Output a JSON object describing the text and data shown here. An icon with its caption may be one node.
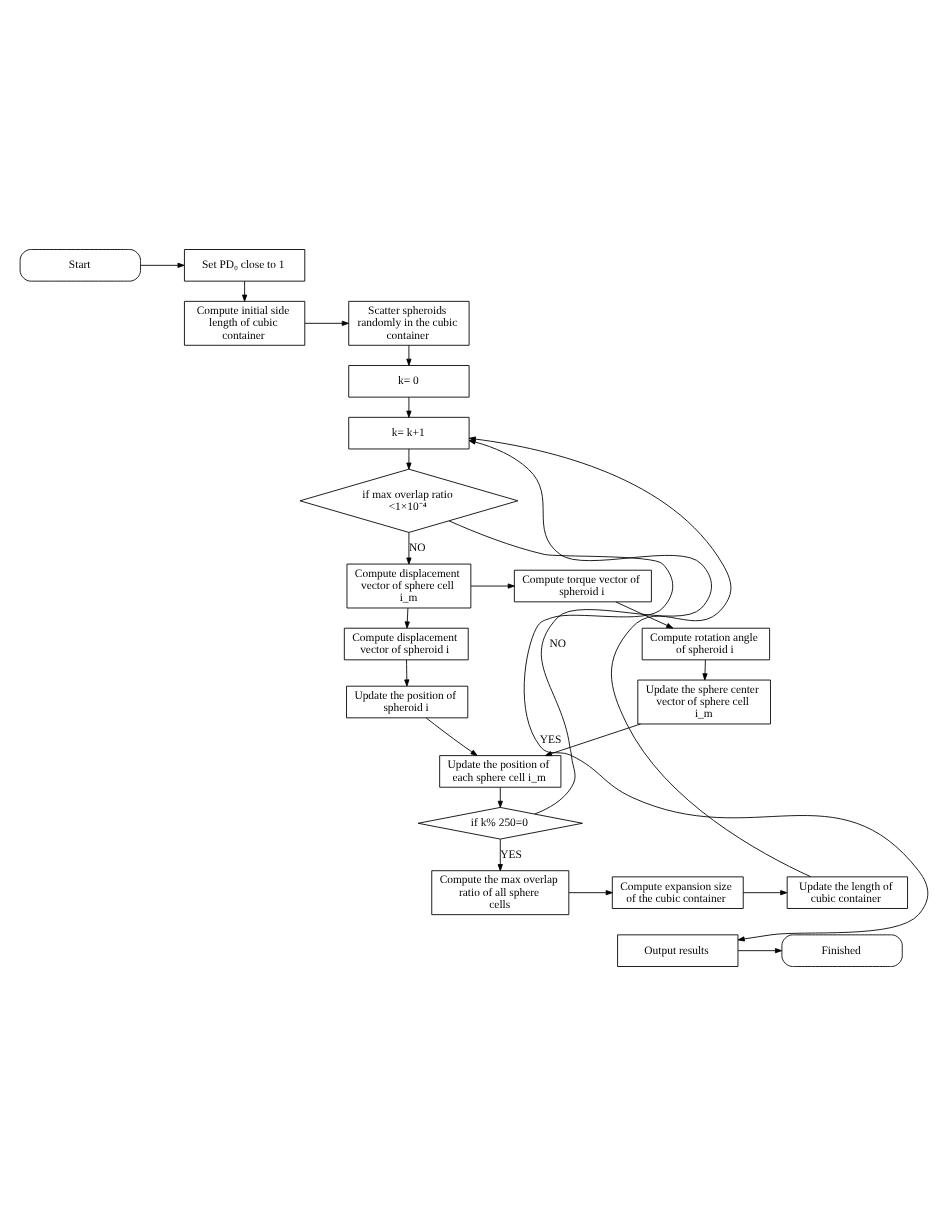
{
  "diagram": {
    "nodes": [
      {
        "text": [
          "Start"
        ]
      },
      {
        "text": [
          "Set PD₀ close to 1"
        ]
      },
      {
        "text": [
          "Compute initial side length of cubic container"
        ]
      },
      {
        "text": [
          "Scatter spheroids randomly in the cubic container"
        ]
      },
      {
        "text": [
          "k= 0"
        ]
      },
      {
        "text": [
          "k= k+1"
        ]
      },
      {
        "text": [
          "if max overlap ratio <1×10⁻⁴"
        ]
      },
      {
        "text": [
          "Compute displacement vector of sphere cell i_m"
        ]
      },
      {
        "text": [
          "Compute torque vector of spheroid i"
        ]
      },
      {
        "text": [
          "Compute displacement vector of spheroid i"
        ]
      },
      {
        "text": [
          "Compute rotation angle of spheroid i"
        ]
      },
      {
        "text": [
          "Update the position of spheroid i"
        ]
      },
      {
        "text": [
          "Update the sphere center vector of sphere cell i_m"
        ]
      },
      {
        "text": [
          "Update the position of each sphere cell i_m"
        ]
      },
      {
        "text": [
          "if k% 250=0"
        ]
      },
      {
        "text": [
          "Compute the max overlap ratio of all sphere cells"
        ]
      },
      {
        "text": [
          "Compute expansion size of the cubic container"
        ]
      },
      {
        "text": [
          "Update the length of cubic container"
        ]
      },
      {
        "text": [
          "Output results"
        ]
      },
      {
        "text": [
          "Finished"
        ]
      }
    ],
    "edges": [
      {
        "from": 0,
        "to": 1,
        "arrow": "to"
      },
      {
        "from": 1,
        "to": 2,
        "arrow": "to"
      },
      {
        "from": 2,
        "to": 3,
        "arrow": "to"
      },
      {
        "from": 3,
        "to": 4,
        "arrow": "to"
      },
      {
        "from": 4,
        "to": 5,
        "arrow": "to"
      },
      {
        "from": 5,
        "to": 6,
        "arrow": "to"
      },
      {
        "from": 6,
        "to": 7,
        "arrow": "to",
        "label": "NO"
      },
      {
        "from": 6,
        "to": 18,
        "arrow": "to",
        "label": "YES"
      },
      {
        "from": 7,
        "to": 8,
        "arrow": "to"
      },
      {
        "from": 7,
        "to": 9,
        "arrow": "to"
      },
      {
        "from": 8,
        "to": 10,
        "arrow": "to"
      },
      {
        "from": 9,
        "to": 11,
        "arrow": "to"
      },
      {
        "from": 10,
        "to": 12,
        "arrow": "to"
      },
      {
        "from": 11,
        "to": 13,
        "arrow": "to"
      },
      {
        "from": 12,
        "to": 13,
        "arrow": "to"
      },
      {
        "from": 13,
        "to": 14,
        "arrow": "to"
      },
      {
        "from": 14,
        "to": 5,
        "arrow": "to",
        "label": "NO"
      },
      {
        "from": 14,
        "to": 15,
        "arrow": "to",
        "label": "YES"
      },
      {
        "from": 15,
        "to": 16,
        "arrow": "to"
      },
      {
        "from": 16,
        "to": 17,
        "arrow": "to"
      },
      {
        "from": 17,
        "to": 5,
        "arrow": "to"
      },
      {
        "from": 18,
        "to": 19,
        "arrow": "to"
      }
    ]
  }
}
